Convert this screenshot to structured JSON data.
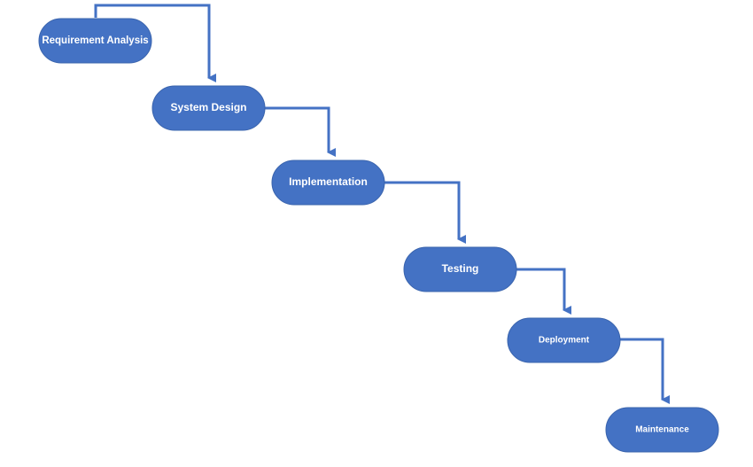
{
  "colors": {
    "node_fill": "#4472C4",
    "node_stroke": "#3A64AD",
    "connector": "#4472C4",
    "text": "#FFFFFF",
    "background": "#FFFFFF"
  },
  "steps": [
    {
      "id": "requirement-analysis",
      "label": "Requirement Analysis"
    },
    {
      "id": "system-design",
      "label": "System Design"
    },
    {
      "id": "implementation",
      "label": "Implementation"
    },
    {
      "id": "testing",
      "label": "Testing"
    },
    {
      "id": "deployment",
      "label": "Deployment"
    },
    {
      "id": "maintenance",
      "label": "Maintenance"
    }
  ]
}
